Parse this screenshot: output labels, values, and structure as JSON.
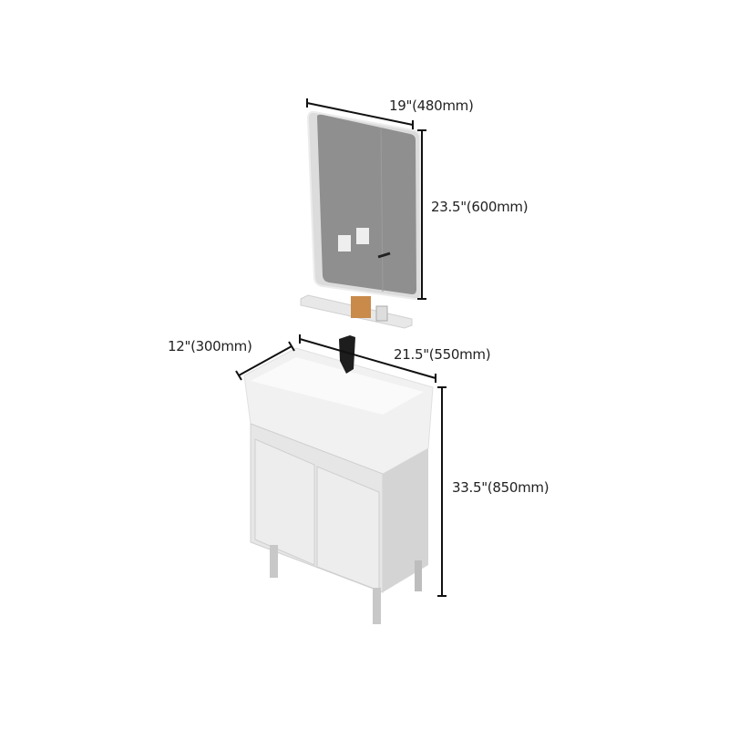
{
  "dimensions": {
    "mirror_width": "19\"(480mm)",
    "mirror_height": "23.5\"(600mm)",
    "vanity_depth": "12\"(300mm)",
    "vanity_width": "21.5\"(550mm)",
    "vanity_height": "33.5\"(850mm)"
  },
  "colors": {
    "line": "#111111",
    "mirror": "#8e8e8e",
    "cabinet": "#e4e4e4",
    "basin": "#f2f2f2"
  }
}
